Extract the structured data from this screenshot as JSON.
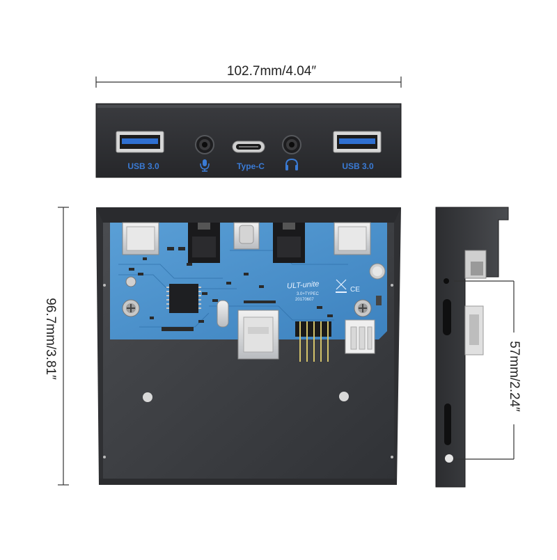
{
  "dimensions": {
    "width_label": "102.7mm/4.04″",
    "height_label": "96.7mm/3.81″",
    "depth_label": "57mm/2.24″"
  },
  "front_panel": {
    "left_port_label": "USB 3.0",
    "center_port_label": "Type-C",
    "right_port_label": "USB 3.0",
    "mic_icon": "microphone-icon",
    "headphone_icon": "headphone-icon"
  },
  "pcb": {
    "brand": "ULT-unite",
    "model": "3.0+TYPEC",
    "date": "20170607"
  },
  "colors": {
    "metal_dark": "#2f3033",
    "metal_mid": "#45474b",
    "pcb_blue": "#4a8fc7",
    "usb_blue": "#2f6fd0",
    "label_blue": "#3a7bd5"
  }
}
